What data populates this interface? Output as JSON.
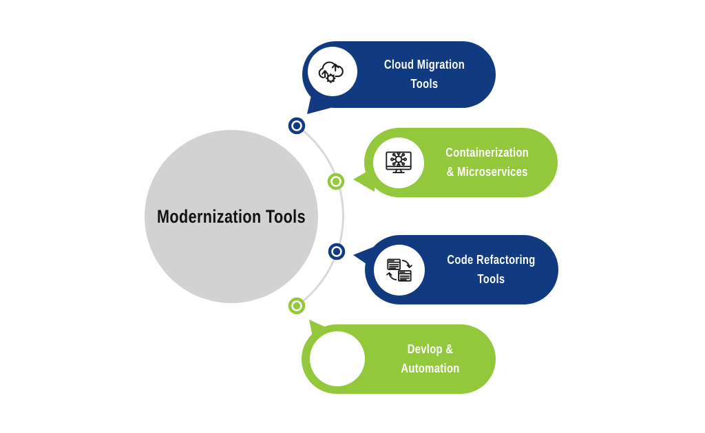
{
  "title": "Modernization Tools",
  "colors": {
    "blue": "#113A80",
    "green": "#94C83C",
    "hub_gray": "#D2D2D2",
    "connector_gray": "#D9D9D9"
  },
  "bubbles": [
    {
      "label": "Cloud Migration Tools",
      "color": "#113A80",
      "icon": "cloud-migration-icon"
    },
    {
      "label": "Containerization\n& Microservices",
      "color": "#94C83C",
      "icon": "containerization-microservices-icon"
    },
    {
      "label": "Code Refactoring Tools",
      "color": "#113A80",
      "icon": "code-refactoring-icon"
    },
    {
      "label": "Devlop & Automation",
      "color": "#94C83C",
      "icon": "none"
    }
  ]
}
